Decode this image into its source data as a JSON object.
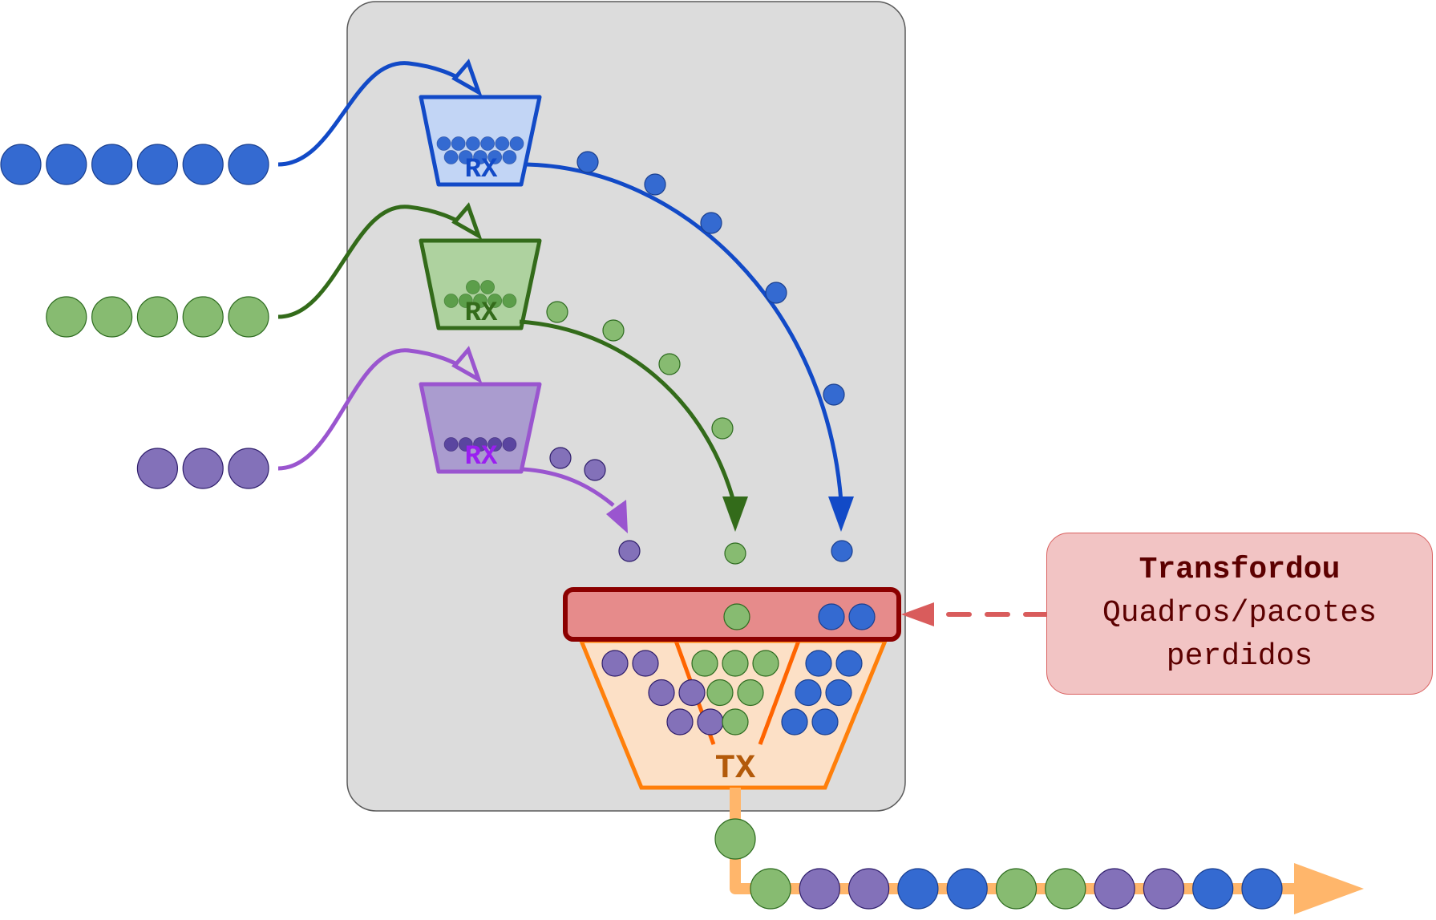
{
  "colors": {
    "blue": "#346ad1",
    "blue_stroke": "#1a3f8f",
    "blue_line": "#124ac7",
    "blue_bucket_fill": "#c2d5f5",
    "green": "#87bb71",
    "green_stroke": "#2d6b1f",
    "green_line": "#336b1a",
    "green_bucket_fill": "#aed29f",
    "green_dot": "#5c9e4a",
    "purple": "#8371b9",
    "purple_stroke": "#2e1d6b",
    "purple_line": "#9a55cf",
    "purple_bucket_fill": "#aa9ccf",
    "purple_dot": "#5a45a0",
    "purple_text": "#9a1ff0",
    "tx_fill": "#fce0c6",
    "tx_stroke": "#ff7f0a",
    "tx_divider": "#ff6400",
    "tx_text": "#b35a0a",
    "drop_fill": "#e68b8b",
    "drop_stroke": "#8b0000",
    "output_line": "#ffb66b",
    "callout_arrow": "#d95c5c",
    "panel_fill": "#dcdcdc",
    "panel_stroke": "#5a5a5a"
  },
  "inputs": [
    {
      "color": "blue",
      "count": 6
    },
    {
      "color": "green",
      "count": 5
    },
    {
      "color": "purple",
      "count": 3
    }
  ],
  "rx_queues": [
    {
      "label": "RX",
      "color": "blue",
      "rows": [
        6,
        5
      ]
    },
    {
      "label": "RX",
      "color": "green",
      "rows": [
        2,
        5
      ]
    },
    {
      "label": "RX",
      "color": "purple",
      "rows": [
        5
      ]
    }
  ],
  "in_flight": {
    "blue": 6,
    "green": 5,
    "purple": 3
  },
  "tx": {
    "label": "TX",
    "lanes": [
      {
        "color": "purple",
        "rows": [
          2,
          2,
          2
        ]
      },
      {
        "color": "green",
        "rows": [
          3,
          2,
          1
        ]
      },
      {
        "color": "blue",
        "rows": [
          2,
          2,
          2
        ]
      }
    ]
  },
  "dropped": [
    "green",
    "blue",
    "blue"
  ],
  "output_sequence": [
    "green",
    "green",
    "purple",
    "purple",
    "blue",
    "blue",
    "green",
    "green",
    "purple",
    "purple",
    "blue",
    "blue"
  ],
  "callout": {
    "title": "Transfordou",
    "line1": "Quadros/pacotes",
    "line2": "perdidos"
  }
}
